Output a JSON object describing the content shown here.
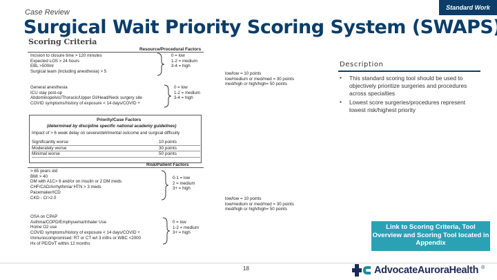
{
  "header": {
    "eyebrow": "Case Review",
    "standard_work": "Standard Work",
    "title": "Surgical Wait Priority Scoring System (SWAPS)",
    "subtitle": "Scoring Criteria"
  },
  "sheet": {
    "resource": {
      "heading": "Resource/Procedural Factors",
      "group1": [
        "Incision to closure time > 120 minutes",
        "Expected LOS > 24 hours",
        "EBL >500ml",
        "Surgical team (including anesthesia) > 5"
      ],
      "group1_scores": [
        "0 = low",
        "1-2 = medium",
        "3-4 = high"
      ],
      "group2": [
        "General anesthesia",
        "ICU stay post-op",
        "Abdominopelvic/Thoracic/Upper GI/Head/Neck surgery site",
        "COVID symptoms/history of exposure < 14 days/COVID +"
      ],
      "group2_scores": [
        "0 = low",
        "1-2 = medium",
        "3-4 = high"
      ],
      "combined": [
        "low/low = 10 points",
        "low/medium or med/med = 30 points",
        "med/high or high/high= 50 points"
      ]
    },
    "priority": {
      "heading": "Priority/Case Factors",
      "sub": "(determined by discipline specific national academy guidelines)",
      "impact_header": "Impact of > 6 week delay on severe/detrimental outcome and surgical difficulty",
      "rows": [
        {
          "label": "Significantly worse",
          "points": "10 points"
        },
        {
          "label": "Moderately worse",
          "points": "30 points"
        },
        {
          "label": "Minimal worse",
          "points": "50 points"
        }
      ]
    },
    "patient": {
      "heading": "Risk/Patient Factors",
      "group1": [
        "> 65 years old",
        "BMI > 40",
        "DM with A1C> 8 and/or on insulin or 2 DM meds",
        "CHF/CAD/Arrhythmia/ HTN > 3 meds",
        "Pacemaker/ICD",
        "CKD - Cr>2.0"
      ],
      "group1_scores": [
        "0-1 = low",
        "2 = medium",
        "3+ = high"
      ],
      "group2": [
        "OSA on CPAP",
        "Asthma/COPD/Emphysema/Inhaler Use",
        "Home O2 use",
        "COVID symptoms/history of exposure < 14 days/COVID +",
        "Immunocompromised: RT or CT w/i 3 mths or WBC <2000",
        "Hx of PE/DVT within 12 months"
      ],
      "group2_scores": [
        "0 = low",
        "1-2 = medium",
        "3+ = high"
      ],
      "combined": [
        "low/low = 10 points",
        "low/medium or med/med = 30 points",
        "med/high or high/high= 50 points"
      ]
    }
  },
  "description": {
    "title": "Description",
    "bullets": [
      "This standard scoring tool should be used to objectively prioritize surgeries and procedures across specialties",
      "Lowest score surgeries/procedures represent lowest risk/highest priority"
    ]
  },
  "link_button": "Link to Scoring Criteria, Tool Overview and Scoring Tool located in Appendix",
  "footer": {
    "page_number": "18",
    "brand": "AdvocateAuroraHealth",
    "brand_mark": "cross-logo",
    "trademark": "®"
  },
  "colors": {
    "navy": "#0b3d68",
    "teal": "#2aa1b5",
    "brand_blue": "#1c2a57",
    "brand_green": "#1c8a9c"
  }
}
